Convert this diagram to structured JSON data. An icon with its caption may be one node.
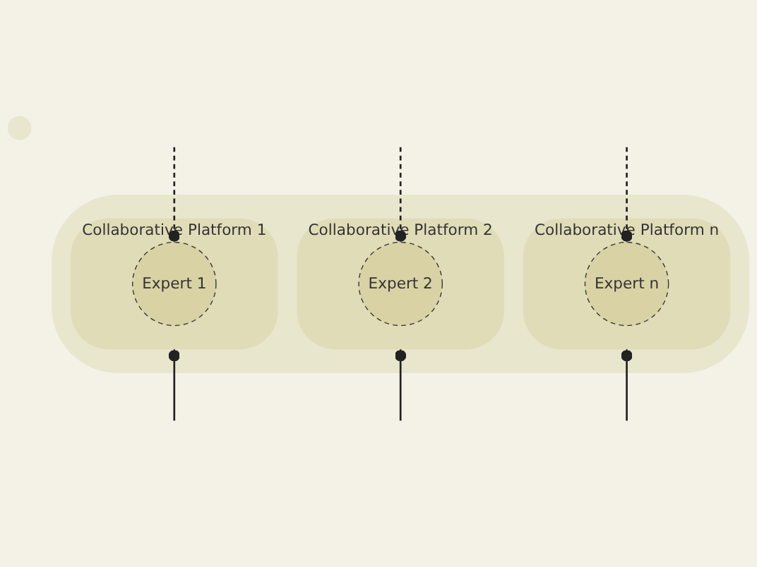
{
  "diagram": {
    "nodes": [
      {
        "text": [],
        "shape": "box"
      },
      {
        "text": [
          "Collaborative Platform 1"
        ],
        "in": 0
      },
      {
        "text": [
          "Expert 1"
        ],
        "in": 1
      },
      {
        "text": [
          "Collaborative Platform 2"
        ],
        "in": 0
      },
      {
        "text": [
          "Expert 2"
        ],
        "in": 3
      },
      {
        "text": [
          "Collaborative Platform n"
        ],
        "in": 0
      },
      {
        "text": [
          "Expert n"
        ],
        "in": 5
      },
      {
        "text": [],
        "shape": "circle"
      }
    ],
    "edges": [
      {
        "from": null,
        "to": 2,
        "arrow": "other",
        "style": "dashed"
      },
      {
        "from": null,
        "to": 4,
        "arrow": "other",
        "style": "dashed"
      },
      {
        "from": null,
        "to": 6,
        "arrow": "other",
        "style": "dashed"
      },
      {
        "from": 1,
        "to": null,
        "arrow": "other"
      },
      {
        "from": 3,
        "to": null,
        "arrow": "other"
      },
      {
        "from": 5,
        "to": null,
        "arrow": "other"
      }
    ]
  }
}
